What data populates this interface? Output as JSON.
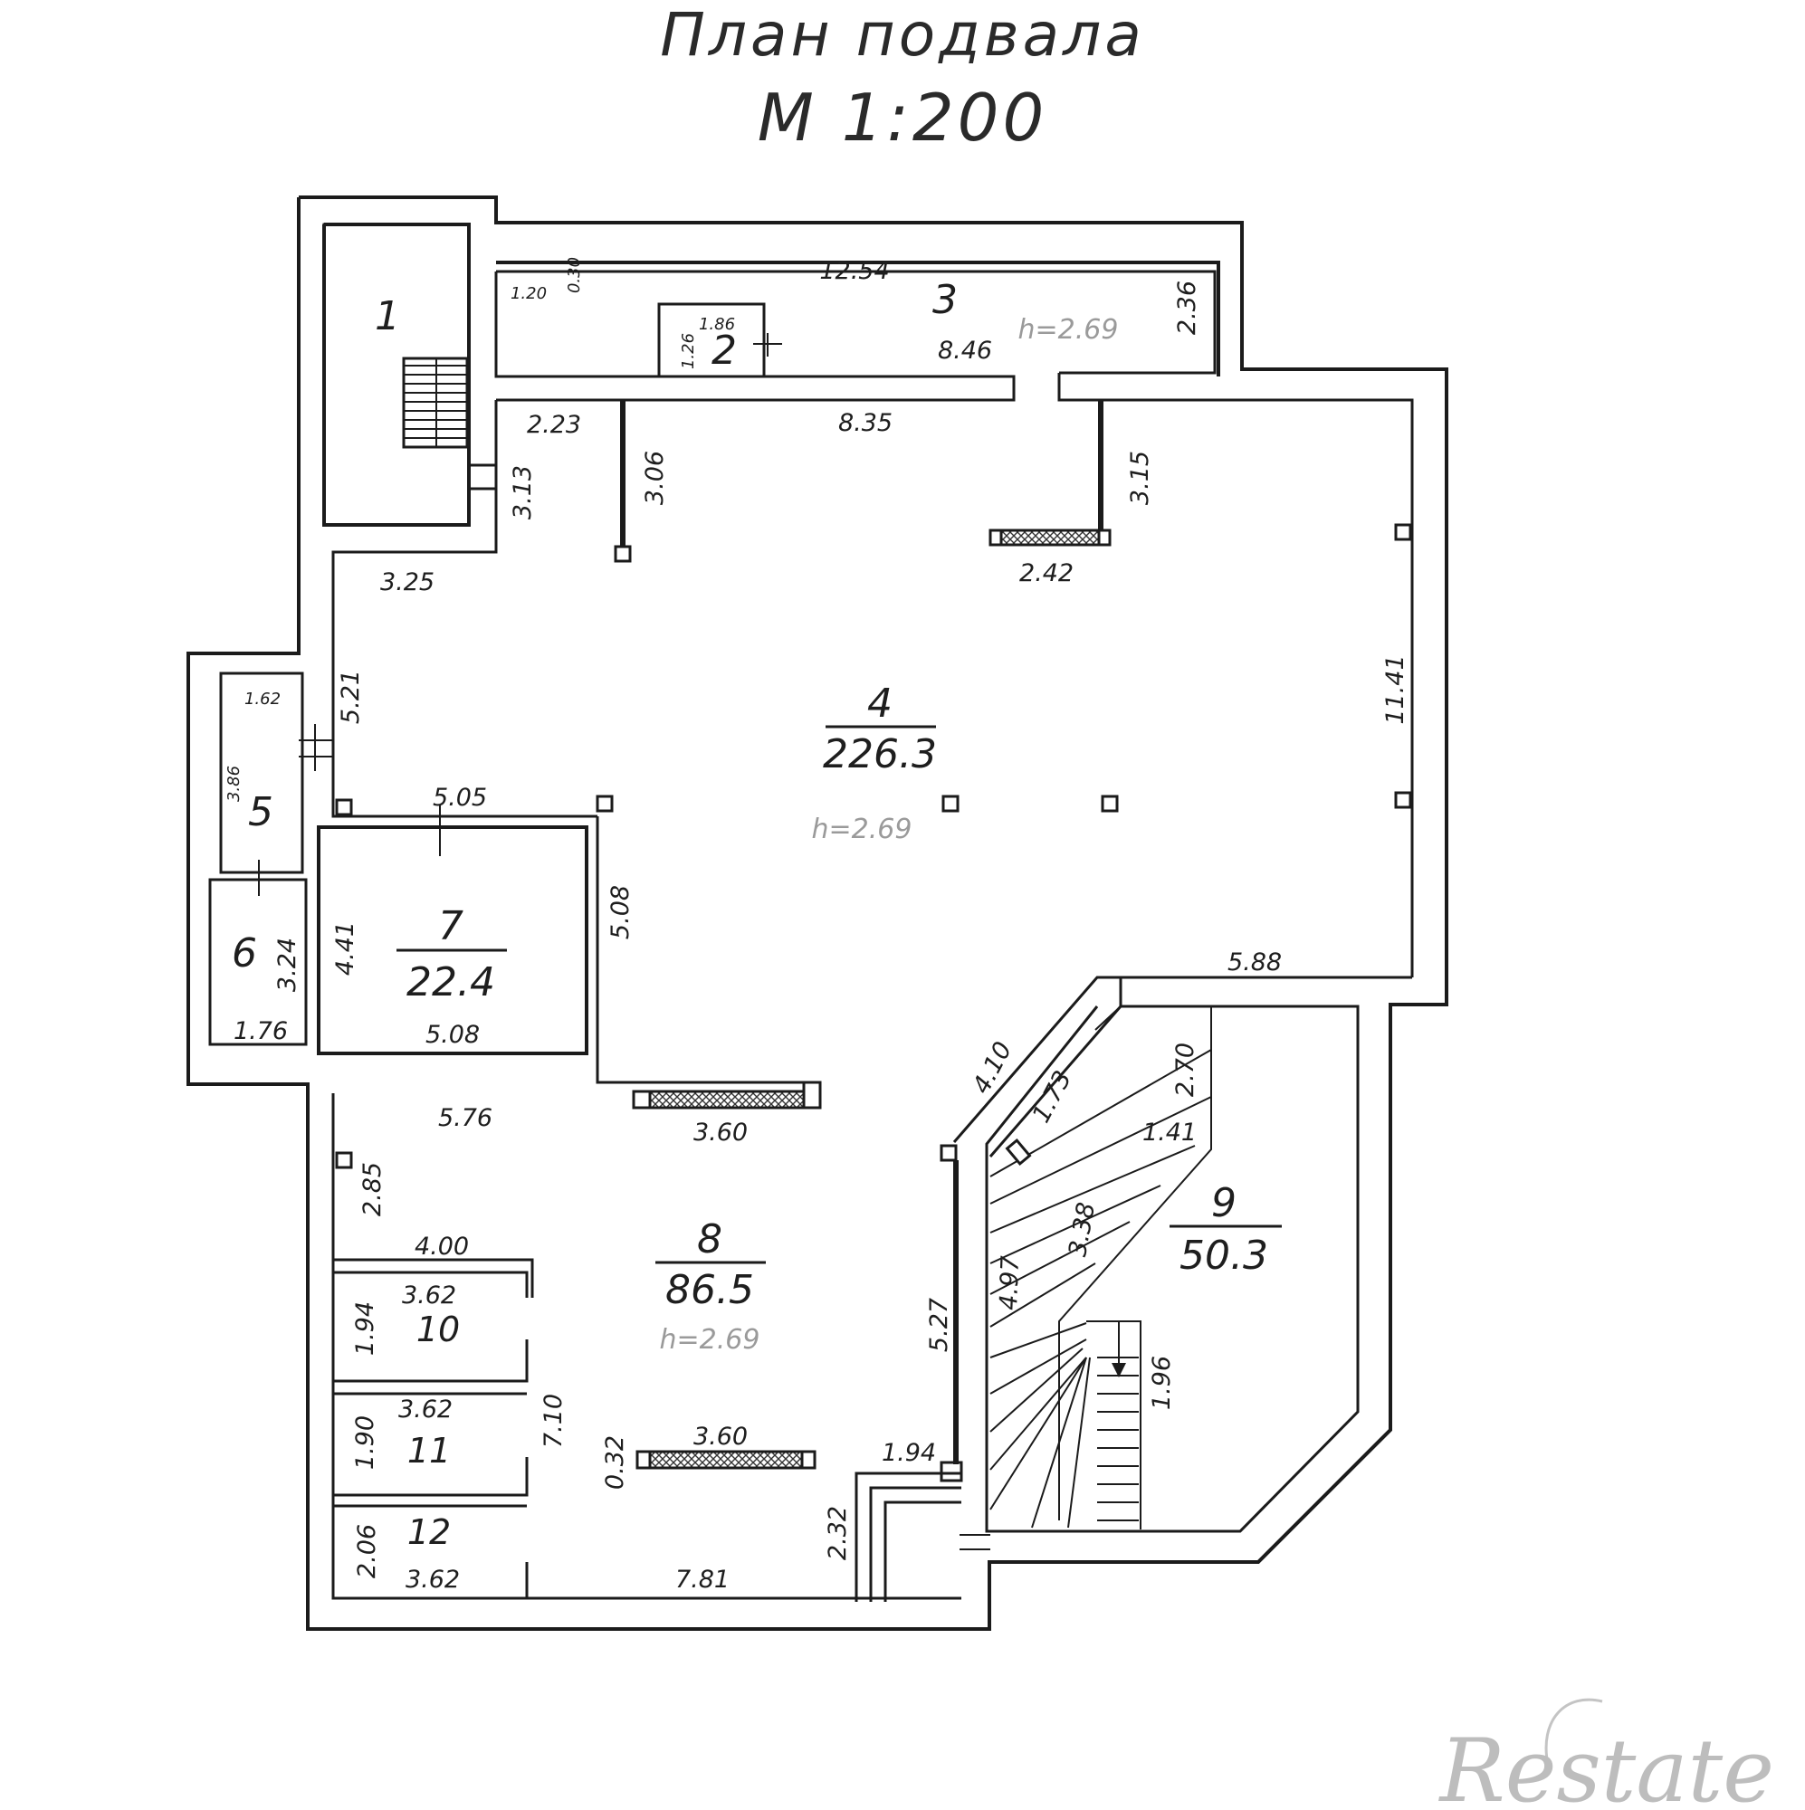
{
  "title": "План подвала",
  "scale": "М 1:200",
  "watermark": "Restate",
  "rooms": [
    {
      "number": "1"
    },
    {
      "number": "2"
    },
    {
      "number": "3"
    },
    {
      "number": "4",
      "area": "226.3",
      "height": "h=2.69"
    },
    {
      "number": "5"
    },
    {
      "number": "6"
    },
    {
      "number": "7",
      "area": "22.4"
    },
    {
      "number": "8",
      "area": "86.5",
      "height": "h=2.69"
    },
    {
      "number": "9",
      "area": "50.3"
    },
    {
      "number": "10"
    },
    {
      "number": "11"
    },
    {
      "number": "12"
    }
  ],
  "room3_height": "h=2.69",
  "dimensions": {
    "d_1_20": "1.20",
    "d_0_30": "0.30",
    "d_12_54": "12.54",
    "d_2_36": "2.36",
    "d_1_86": "1.86",
    "d_1_26": "1.26",
    "d_8_46": "8.46",
    "d_8_35": "8.35",
    "d_2_23": "2.23",
    "d_3_13": "3.13",
    "d_3_06": "3.06",
    "d_3_15": "3.15",
    "d_2_42": "2.42",
    "d_3_25": "3.25",
    "d_11_41": "11.41",
    "d_5_21": "5.21",
    "d_1_62": "1.62",
    "d_3_86": "3.86",
    "d_5_05": "5.05",
    "d_4_41": "4.41",
    "d_5_08_v": "5.08",
    "d_5_08_h": "5.08",
    "d_3_24": "3.24",
    "d_1_76": "1.76",
    "d_5_88": "5.88",
    "d_4_10": "4.10",
    "d_1_73": "1.73",
    "d_2_70": "2.70",
    "d_1_41": "1.41",
    "d_5_76": "5.76",
    "d_3_60_top": "3.60",
    "d_2_85": "2.85",
    "d_3_38": "3.38",
    "d_4_97": "4.97",
    "d_4_00": "4.00",
    "d_3_62_a": "3.62",
    "d_1_94_a": "1.94",
    "d_5_27": "5.27",
    "d_1_96": "1.96",
    "d_3_62_b": "3.62",
    "d_1_90": "1.90",
    "d_7_10": "7.10",
    "d_0_32": "0.32",
    "d_3_60_bot": "3.60",
    "d_1_94_b": "1.94",
    "d_2_06": "2.06",
    "d_3_62_c": "3.62",
    "d_2_32": "2.32",
    "d_7_81": "7.81"
  }
}
